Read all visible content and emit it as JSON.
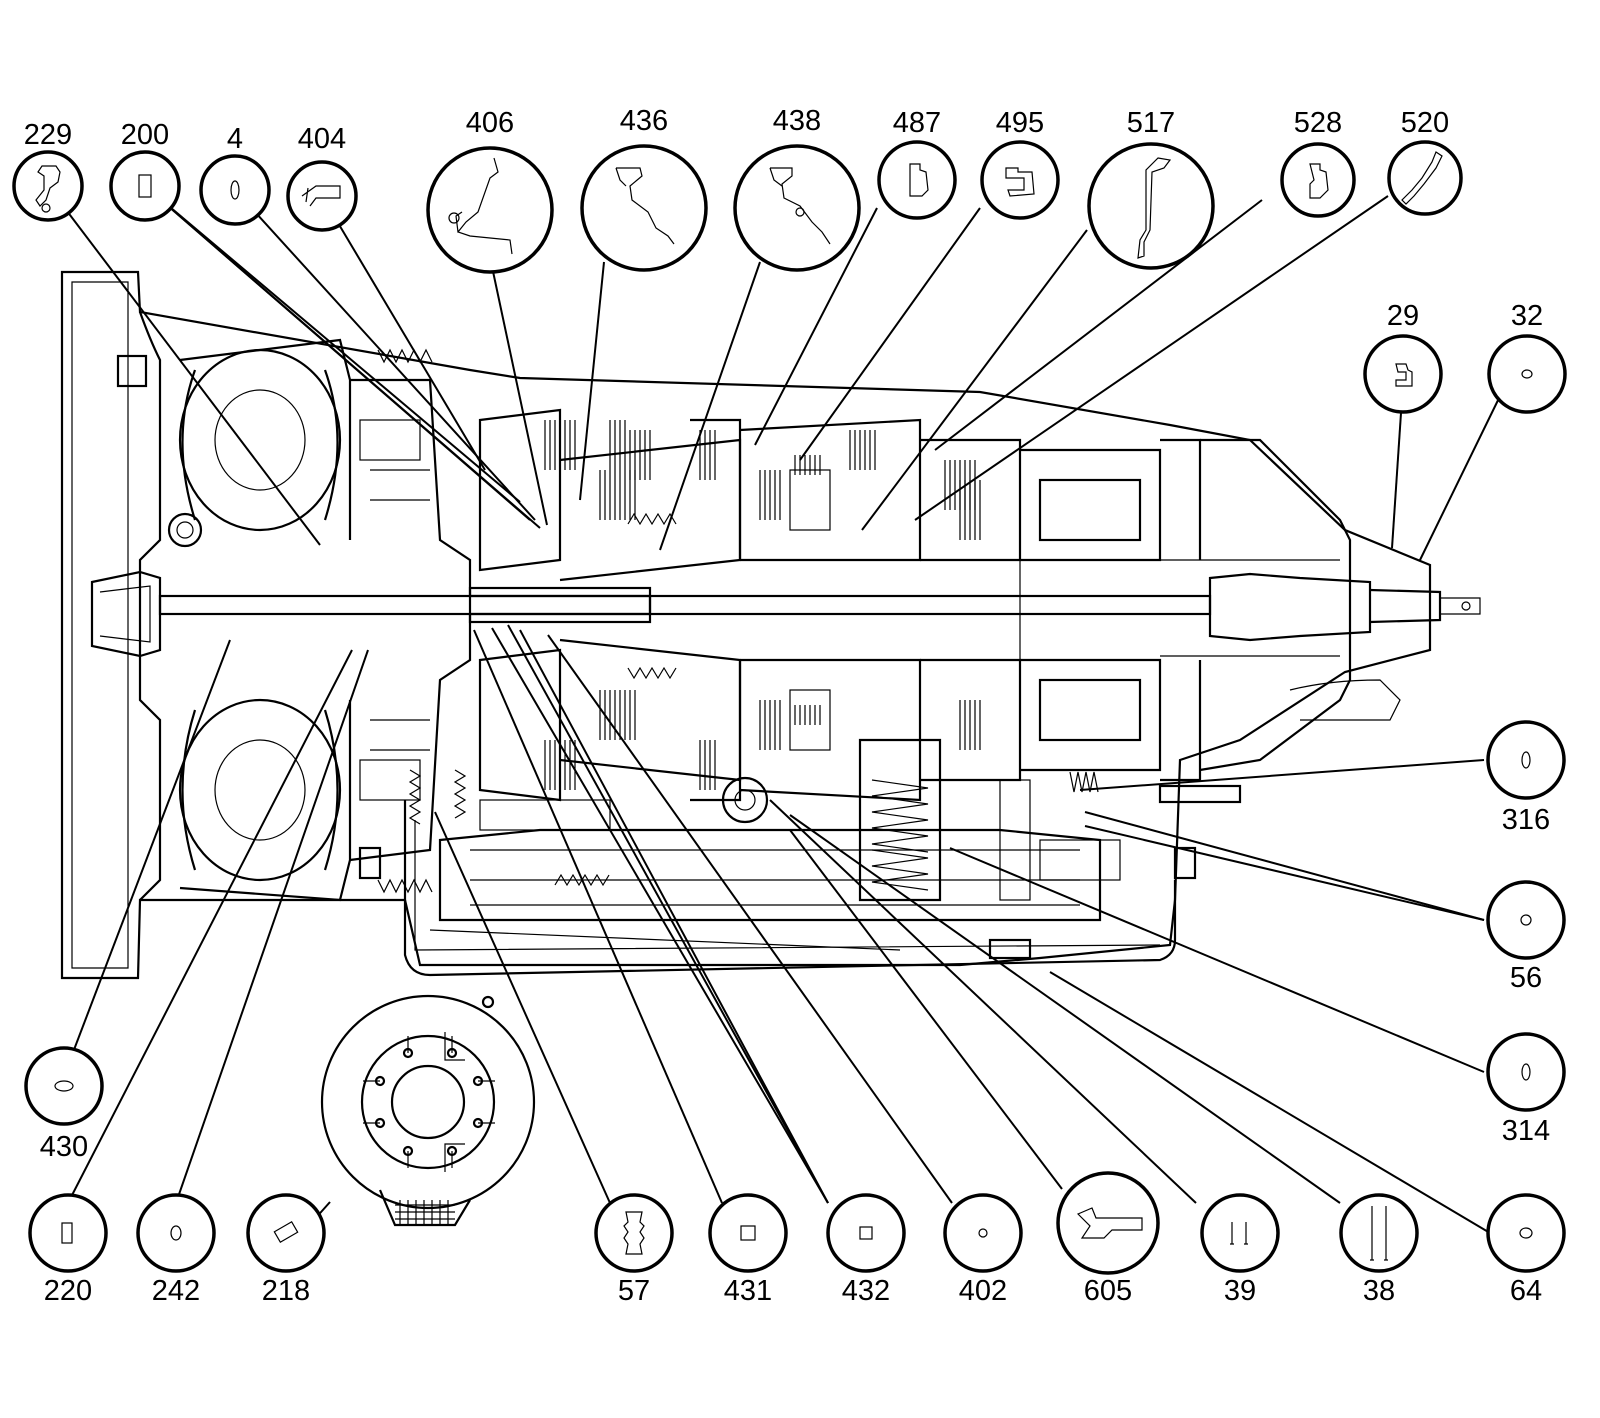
{
  "figure": {
    "callouts": [
      {
        "id": "229",
        "icon": "snap-ring-seal-icon"
      },
      {
        "id": "200",
        "icon": "rectangular-seal-icon"
      },
      {
        "id": "4",
        "icon": "o-ring-icon"
      },
      {
        "id": "404",
        "icon": "bracket-seal-icon"
      },
      {
        "id": "406",
        "icon": "piston-seal-icon"
      },
      {
        "id": "436",
        "icon": "piston-seal-icon"
      },
      {
        "id": "438",
        "icon": "piston-seal-icon"
      },
      {
        "id": "487",
        "icon": "lip-seal-icon"
      },
      {
        "id": "495",
        "icon": "lip-seal-icon"
      },
      {
        "id": "517",
        "icon": "piston-seal-icon"
      },
      {
        "id": "528",
        "icon": "lip-seal-icon"
      },
      {
        "id": "520",
        "icon": "diagonal-seal-icon"
      },
      {
        "id": "29",
        "icon": "lip-seal-icon"
      },
      {
        "id": "32",
        "icon": "o-ring-icon"
      },
      {
        "id": "316",
        "icon": "o-ring-icon"
      },
      {
        "id": "56",
        "icon": "o-ring-icon"
      },
      {
        "id": "314",
        "icon": "o-ring-icon"
      },
      {
        "id": "430",
        "icon": "o-ring-icon"
      },
      {
        "id": "220",
        "icon": "rectangular-seal-icon"
      },
      {
        "id": "242",
        "icon": "o-ring-icon"
      },
      {
        "id": "218",
        "icon": "square-seal-icon"
      },
      {
        "id": "57",
        "icon": "sleeve-seal-icon"
      },
      {
        "id": "431",
        "icon": "square-seal-icon"
      },
      {
        "id": "432",
        "icon": "square-seal-icon"
      },
      {
        "id": "402",
        "icon": "o-ring-icon"
      },
      {
        "id": "605",
        "icon": "gasket-seal-icon"
      },
      {
        "id": "39",
        "icon": "pin-seal-icon"
      },
      {
        "id": "38",
        "icon": "pin-seal-icon"
      },
      {
        "id": "64",
        "icon": "o-ring-icon"
      }
    ]
  }
}
